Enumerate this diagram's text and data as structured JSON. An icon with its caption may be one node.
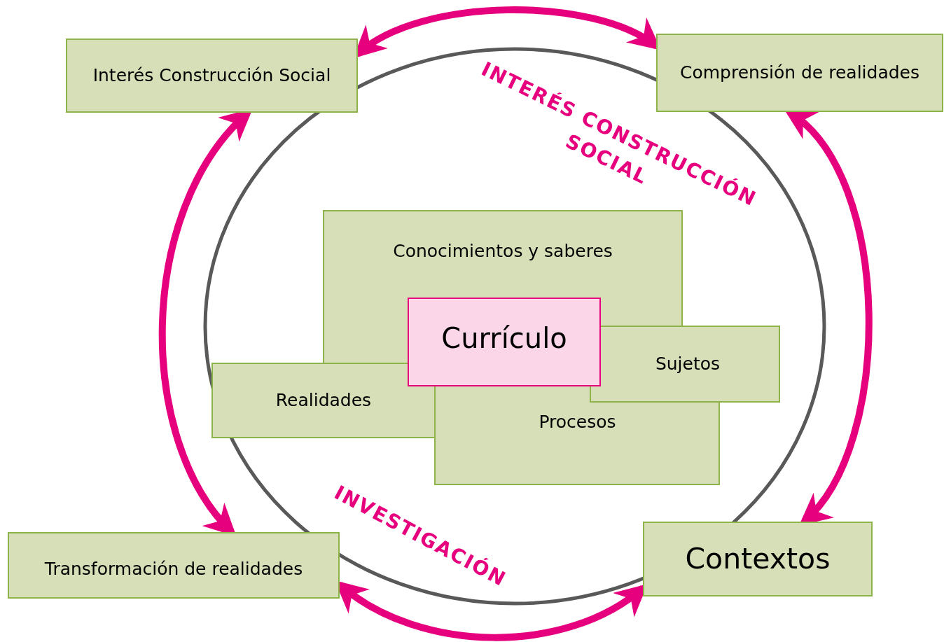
{
  "diagram": {
    "nodes": [
      {
        "text": [
          "Interés Construcción Social"
        ]
      },
      {
        "text": [
          "Comprensión de realidades"
        ]
      },
      {
        "text": [
          "Conocimientos y saberes"
        ]
      },
      {
        "text": [
          "Realidades"
        ]
      },
      {
        "text": [
          "Procesos"
        ]
      },
      {
        "text": [
          "Sujetos"
        ]
      },
      {
        "text": [
          "Currículo"
        ]
      },
      {
        "text": [
          "Transformación de realidades"
        ]
      },
      {
        "text": [
          "Contextos"
        ]
      }
    ],
    "edges": [
      {
        "from": 0,
        "to": 1,
        "arrow": "both"
      },
      {
        "from": 1,
        "to": 8,
        "arrow": "both"
      },
      {
        "from": 7,
        "to": 8,
        "arrow": "both"
      },
      {
        "from": 0,
        "to": 7,
        "arrow": "both"
      }
    ],
    "labels": [
      "INTERÉS CONSTRUCCIÓN SOCIAL",
      "INVESTIGACIÓN"
    ]
  }
}
